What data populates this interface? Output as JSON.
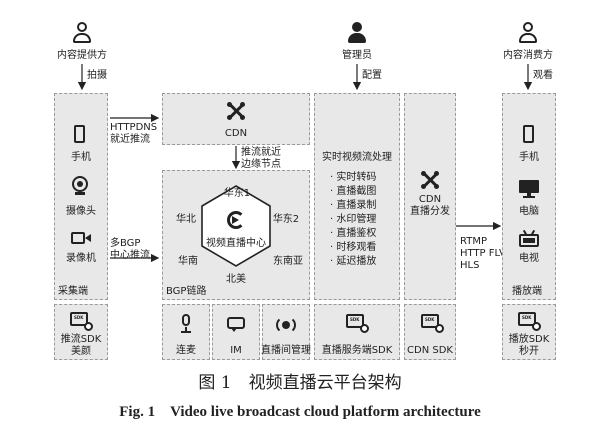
{
  "roles": {
    "provider": "内容提供方",
    "admin": "管理员",
    "consumer": "内容消费方"
  },
  "actions": {
    "shoot": "拍摄",
    "config": "配置",
    "watch": "观看"
  },
  "capture": {
    "items": [
      "手机",
      "摄像头",
      "录像机"
    ],
    "footer": "采集端",
    "sdk_label": "推流SDK",
    "sdk_sub": "美颜"
  },
  "push": {
    "top_line1": "HTTPDNS",
    "top_line2": "就近推流",
    "bottom_line1": "多BGP",
    "bottom_line2": "中心推流"
  },
  "cdn_top": {
    "label": "CDN",
    "edge_line1": "推流就近",
    "edge_line2": "边缘节点"
  },
  "bgp": {
    "center": "视频直播中心",
    "regions": [
      "华东1",
      "华北",
      "华东2",
      "华南",
      "东南亚",
      "北美"
    ],
    "footer": "BGP链路"
  },
  "bottom_sdks": [
    "连麦",
    "IM",
    "直播间管理",
    "直播服务端SDK",
    "CDN SDK"
  ],
  "processing": {
    "title": "实时视频流处理",
    "items": [
      "实时转码",
      "直播截图",
      "直播录制",
      "水印管理",
      "直播鉴权",
      "时移观看",
      "延迟播放"
    ]
  },
  "cdn_dist": {
    "line1": "CDN",
    "line2": "直播分发"
  },
  "protocols": [
    "RTMP",
    "HTTP FLV",
    "HLS"
  ],
  "playback": {
    "items": [
      "手机",
      "电脑",
      "电视"
    ],
    "footer": "播放端",
    "sdk_label": "播放SDK",
    "sdk_sub": "秒开"
  },
  "sdk_icon_text": "SDK",
  "caption": {
    "cn": "图 1　视频直播云平台架构",
    "en": "Fig. 1　Video live broadcast cloud platform architecture"
  }
}
